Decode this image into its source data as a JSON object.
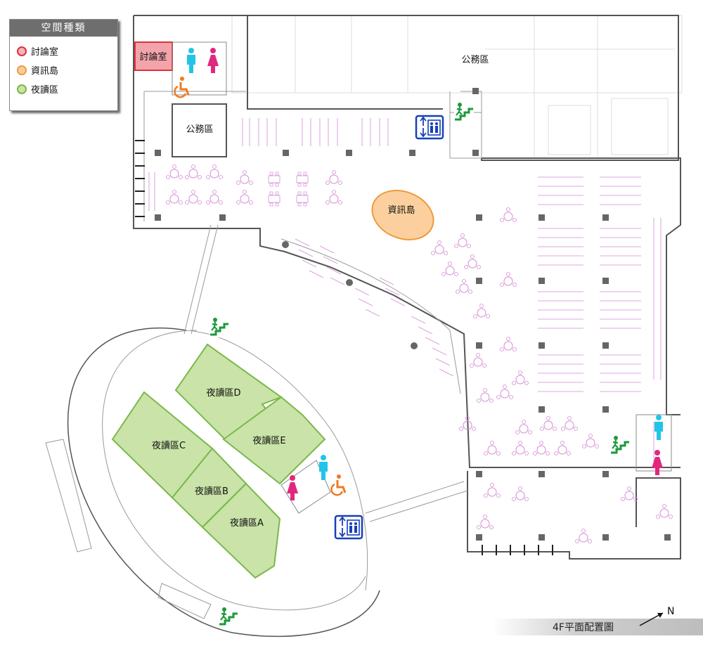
{
  "legend": {
    "title": "空間種類",
    "items": [
      {
        "label": "討論室",
        "fill": "#f8b4b8",
        "stroke": "#e0303c"
      },
      {
        "label": "資訊島",
        "fill": "#fcd09e",
        "stroke": "#ef9a3c"
      },
      {
        "label": "夜讀區",
        "fill": "#c9e3a8",
        "stroke": "#7bb84a"
      }
    ]
  },
  "rooms": {
    "discussion": "討論室",
    "office_top": "公務區",
    "office_left": "公務區",
    "info_island": "資訊島",
    "night_a": "夜讀區A",
    "night_b": "夜讀區B",
    "night_c": "夜讀區C",
    "night_d": "夜讀區D",
    "night_e": "夜讀區E"
  },
  "caption": "4F平面配置圖",
  "north": "N",
  "colors": {
    "discussion": "#f3a4aa",
    "info_island": "#fcd09e",
    "night_zone": "#c9e3a8",
    "male": "#22c4e8",
    "female": "#e0287e",
    "accessible": "#ef7a22",
    "exit": "#1a9a3a",
    "elevator": "#1740b8"
  }
}
